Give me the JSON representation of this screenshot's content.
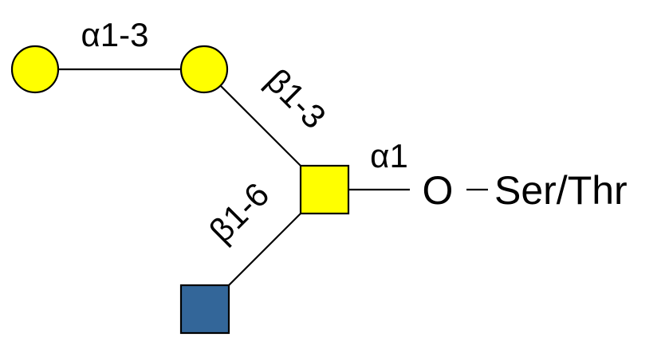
{
  "colors": {
    "galactose": "#FFFF00",
    "galnac": "#FFFF00",
    "glcnac": "#336699",
    "line": "#000000",
    "background": "#FFFFFF"
  },
  "residues": {
    "terminal_circle": {
      "shape": "circle"
    },
    "middle_circle": {
      "shape": "circle"
    },
    "core_square": {
      "shape": "square"
    },
    "branch_square": {
      "shape": "square"
    }
  },
  "linkages": {
    "alpha_1_3": "α1-3",
    "beta_1_3": "β1-3",
    "beta_1_6": "β1-6",
    "alpha_1": "α1"
  },
  "aglycone": {
    "oxygen": "O",
    "amino_acid": "Ser/Thr"
  }
}
